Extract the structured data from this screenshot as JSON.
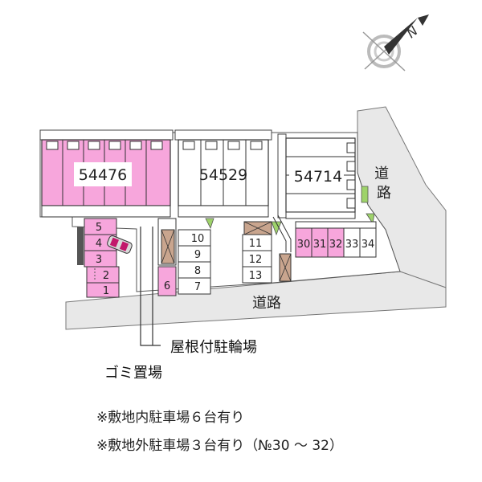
{
  "compass": {
    "label": "N",
    "icon": "compass-north-arrow-icon"
  },
  "buildings": [
    "54476",
    "54529",
    "54714"
  ],
  "road_labels": {
    "side": "道路",
    "bottom": "道路"
  },
  "parking_onsite": [
    "5",
    "4",
    "3",
    "2",
    "1",
    "6",
    "10",
    "9",
    "8",
    "7",
    "11",
    "12",
    "13"
  ],
  "parking_offsite": [
    "30",
    "31",
    "32",
    "33",
    "34"
  ],
  "callouts": {
    "bike_parking": "屋根付駐輪場",
    "garbage": "ゴミ置場"
  },
  "notes": {
    "onsite": "※敷地内駐車場６台有り",
    "offsite": "※敷地外駐車場３台有り（№30 ～ 32）"
  },
  "colors": {
    "pink": "#f7a6dc",
    "green": "#9ed36a",
    "tan": "#c9a58e",
    "road": "#e8e8e8"
  }
}
